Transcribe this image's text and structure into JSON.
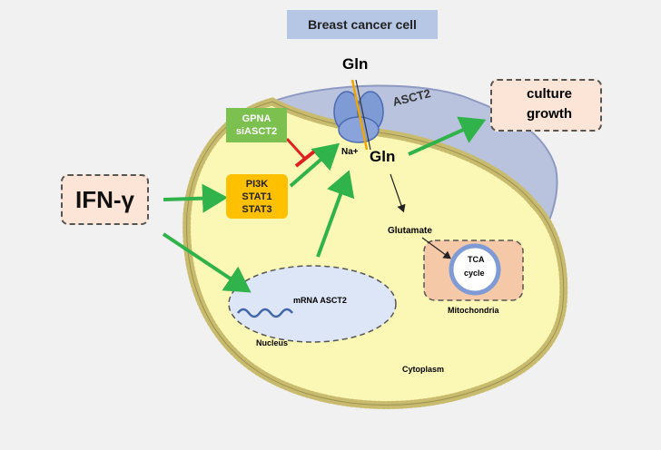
{
  "title": "Breast cancer cell",
  "stimulus": "IFN-γ",
  "transporter": "ASCT2",
  "gln_outside": "Gln",
  "gln_inside": "Gln",
  "sodium": "Na+",
  "inhibitors": [
    "GPNA",
    "siASCT2"
  ],
  "signaling": [
    "PI3K",
    "STAT1",
    "STAT3"
  ],
  "glutamate": "Glutamate",
  "tca": [
    "TCA",
    "cycle"
  ],
  "mitochondria": "Mitochondria",
  "mrna": "mRNA ASCT2",
  "nucleus": "Nucleus",
  "cytoplasm": "Cytoplasm",
  "outcome": [
    "culture",
    "growth"
  ],
  "colors": {
    "background": "#f1f1f1",
    "title_box": "#b6c7e6",
    "cytoplasm": "#fbf7b4",
    "membrane": "#c9bb6e",
    "outer_envelope": "#b9c3de",
    "activation_arrow": "#2fb34a",
    "inhibition": "#e02020",
    "inhibitor_box": "#7cc04f",
    "signaling_box": "#ffc000",
    "note_box": "#fce4d6",
    "nucleus": "#dde6f6",
    "mitochondrion": "#f5c8a8"
  }
}
